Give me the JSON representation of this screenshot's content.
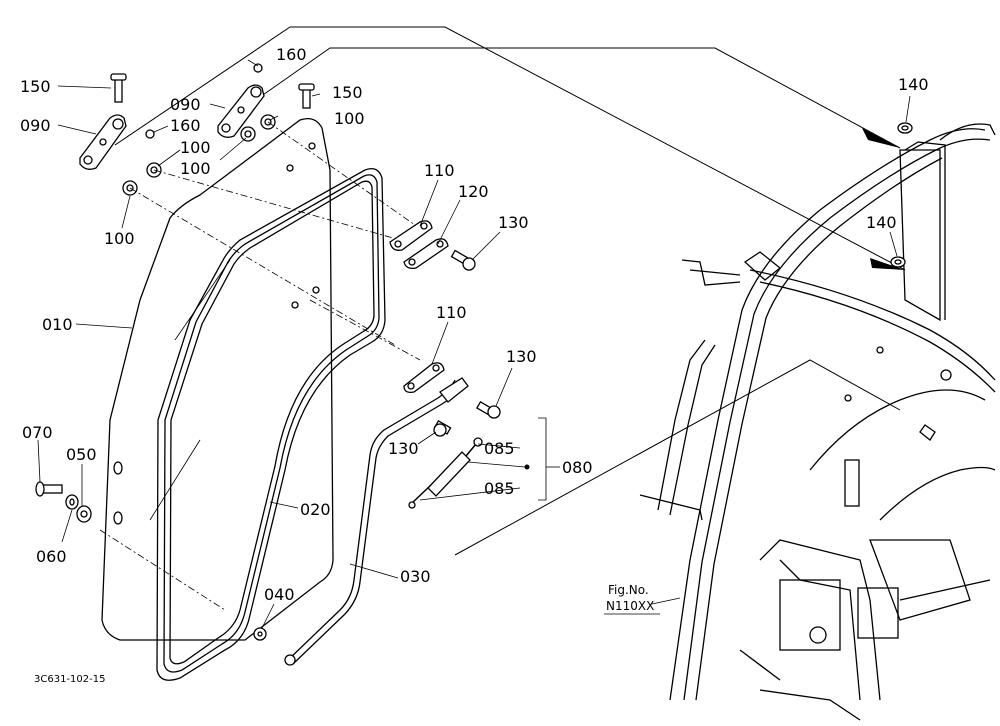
{
  "callouts": {
    "c150a": "150",
    "c160a": "160",
    "c090a": "090",
    "c150b": "150",
    "c100a": "100",
    "c090b": "090",
    "c160b": "160",
    "c100b": "100",
    "c100c": "100",
    "c100d": "100",
    "c140a": "140",
    "c140b": "140",
    "c110a": "110",
    "c120": "120",
    "c130a": "130",
    "c010": "010",
    "c110b": "110",
    "c130b": "130",
    "c130c": "130",
    "c085a": "085",
    "c080": "080",
    "c085b": "085",
    "c070": "070",
    "c050": "050",
    "c020": "020",
    "c060": "060",
    "c030": "030",
    "c040": "040"
  },
  "figure_ref": {
    "line1": "Fig.No.",
    "line2": "N110XX"
  },
  "drawing_code": "3C631-102-15"
}
